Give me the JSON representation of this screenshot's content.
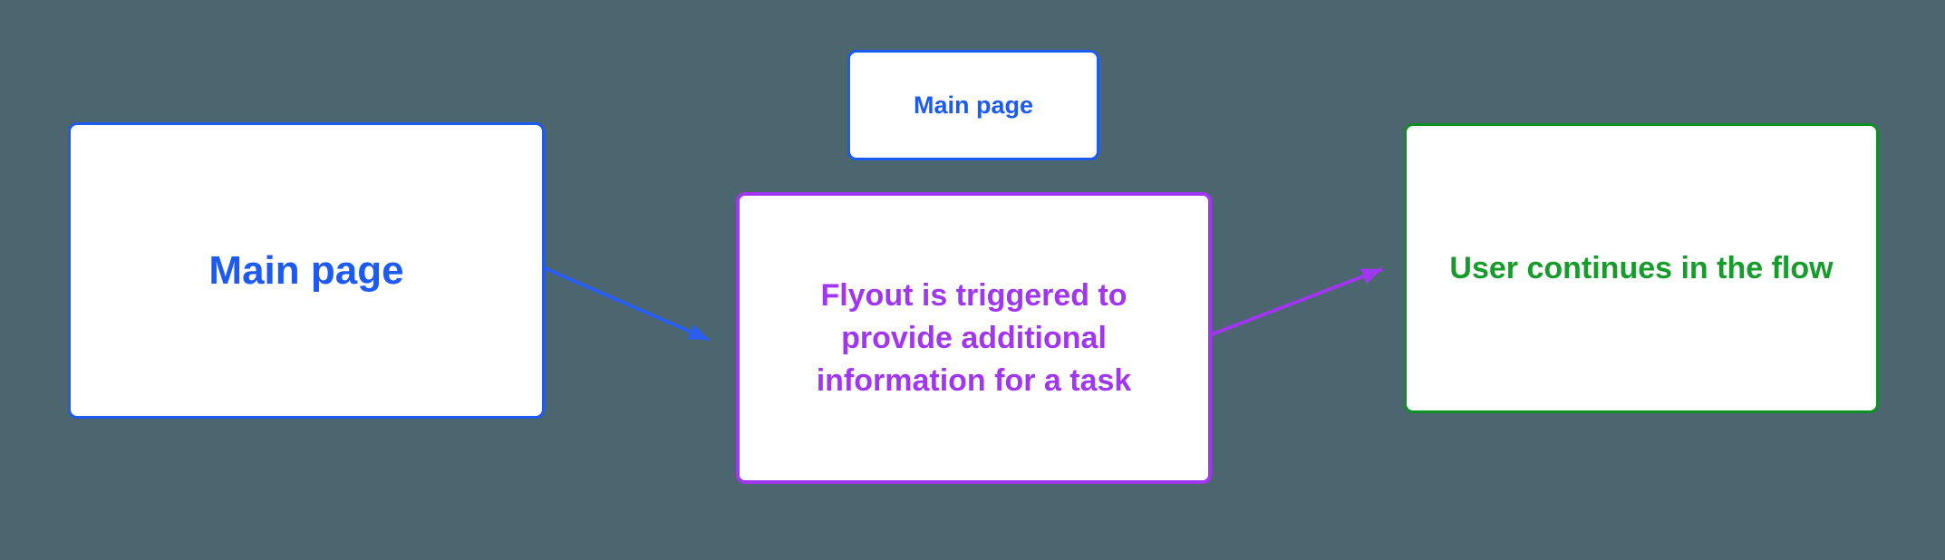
{
  "diagram": {
    "background_color": "#4c666f",
    "node_fill": "#ffffff",
    "nodes": {
      "main_page": {
        "label": "Main page",
        "text_color": "#1d5af1",
        "border_color": "#1d5af1"
      },
      "main_page_small": {
        "label": "Main page",
        "text_color": "#1d5af1",
        "border_color": "#1d5af1"
      },
      "flyout": {
        "label": "Flyout is triggered to provide additional information for a task",
        "text_color": "#a136f0",
        "border_color": "#a136f0"
      },
      "user_continues": {
        "label": "User continues in the flow",
        "text_color": "#189b2d",
        "border_color": "#0e8e26"
      }
    },
    "connectors": [
      {
        "name": "main-page-to-flyout",
        "color": "#2a5df2"
      },
      {
        "name": "flyout-to-user-continues",
        "color": "#a136f0"
      }
    ]
  }
}
